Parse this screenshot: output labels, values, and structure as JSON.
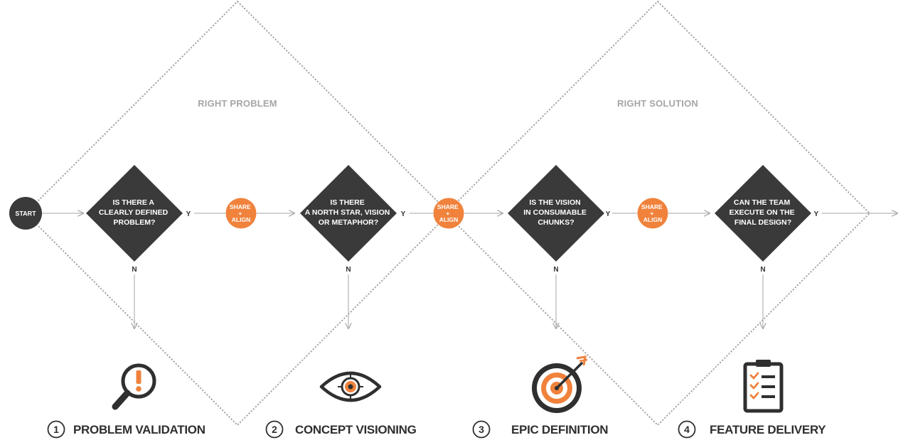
{
  "zones": [
    {
      "label": "RIGHT PROBLEM"
    },
    {
      "label": "RIGHT SOLUTION"
    }
  ],
  "start": {
    "label": "START"
  },
  "decisions": [
    {
      "lines": [
        "IS THERE A",
        "CLEARLY DEFINED",
        "PROBLEM?"
      ],
      "yes": "Y",
      "no": "N"
    },
    {
      "lines": [
        "IS THERE",
        "A NORTH STAR, VISION",
        "OR METAPHOR?"
      ],
      "yes": "Y",
      "no": "N"
    },
    {
      "lines": [
        "IS THE VISION",
        "IN CONSUMABLE",
        "CHUNKS?"
      ],
      "yes": "Y",
      "no": "N"
    },
    {
      "lines": [
        "CAN THE TEAM",
        "EXECUTE ON THE",
        "FINAL DESIGN?"
      ],
      "yes": "Y",
      "no": "N"
    }
  ],
  "share_align": {
    "lines": [
      "SHARE",
      "+",
      "ALIGN"
    ]
  },
  "stages": [
    {
      "number": "1",
      "label": "PROBLEM VALIDATION",
      "icon": "magnifier-alert-icon"
    },
    {
      "number": "2",
      "label": "CONCEPT VISIONING",
      "icon": "eye-target-icon"
    },
    {
      "number": "3",
      "label": "EPIC DEFINITION",
      "icon": "bullseye-arrow-icon"
    },
    {
      "number": "4",
      "label": "FEATURE DELIVERY",
      "icon": "checklist-clipboard-icon"
    }
  ],
  "colors": {
    "accent": "#f0823c",
    "diamond": "#3a3a3a",
    "line": "#a6a6a6",
    "zone_label": "#a6a6a6",
    "text": "#2f2f2f"
  }
}
